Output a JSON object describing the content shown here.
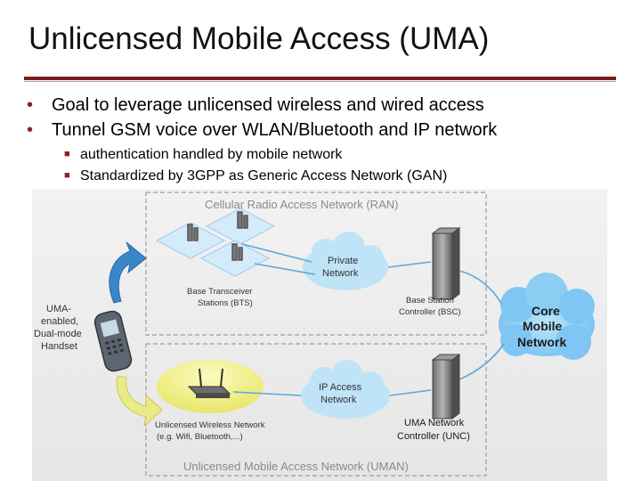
{
  "slide": {
    "title": "Unlicensed Mobile Access (UMA)",
    "bullets": [
      "Goal to leverage unlicensed wireless and wired access",
      "Tunnel GSM voice over WLAN/Bluetooth and IP network"
    ],
    "sub_bullets": [
      "authentication handled by mobile network",
      "Standardized by 3GPP as Generic Access Network (GAN)"
    ]
  },
  "diagram": {
    "ran_label": "Cellular Radio Access Network (RAN)",
    "private_network": [
      "Private",
      "Network"
    ],
    "bts_label": [
      "Base Transceiver",
      "Stations (BTS)"
    ],
    "bsc_label": [
      "Base Station",
      "Controller (BSC)"
    ],
    "core_network": [
      "Core",
      "Mobile",
      "Network"
    ],
    "handset_label": [
      "UMA-",
      "enabled,",
      "Dual-mode",
      "Handset"
    ],
    "ip_network": [
      "IP Access",
      "Network"
    ],
    "unlicensed_net": [
      "Unlicensed Wireless Network",
      "(e.g. Wifi, Bluetooth,...)"
    ],
    "unc_label": [
      "UMA Network",
      "Controller (UNC)"
    ],
    "uman_label": "Unlicensed Mobile Access Network (UMAN)"
  },
  "colors": {
    "accent": "#8c2020",
    "cloud_blue": "#bfe3f7",
    "core_cloud": "#8fcef5",
    "tile_blue": "#d7ecfa",
    "yellow": "#f2f08a",
    "arrow_blue": "#3a86c8",
    "arrow_yellow": "#eaea86"
  }
}
